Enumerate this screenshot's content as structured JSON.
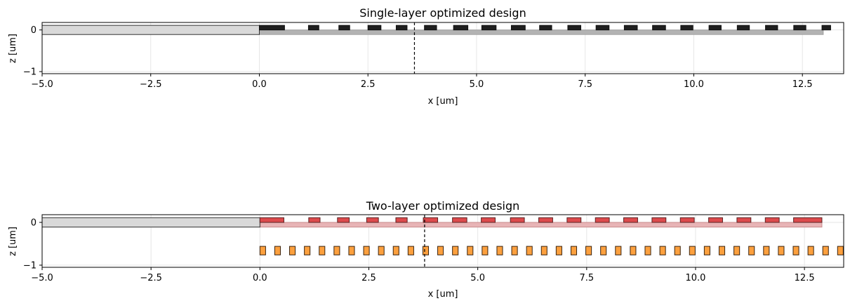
{
  "chart_data": [
    {
      "type": "rectangles",
      "title": "Single-layer optimized design",
      "xlabel": "x [um]",
      "ylabel": "z [um]",
      "xlim": [
        -5.0,
        13.45
      ],
      "ylim": [
        -1.05,
        0.18
      ],
      "xticks": [
        -5.0,
        -2.5,
        0.0,
        2.5,
        5.0,
        7.5,
        10.0,
        12.5
      ],
      "xtick_labels": [
        "−5.0",
        "−2.5",
        "0.0",
        "2.5",
        "5.0",
        "7.5",
        "10.0",
        "12.5"
      ],
      "yticks": [
        0,
        -1
      ],
      "ytick_labels": [
        "0",
        "−1"
      ],
      "grid": true,
      "vline_x": 3.57,
      "waveguide": {
        "x0": -5.0,
        "x1": 0.0,
        "z0": -0.11,
        "z1": 0.11,
        "color": "#d9d9d9"
      },
      "slab": {
        "x0": 0.0,
        "x1": 12.98,
        "z0": -0.11,
        "z1": 0.0,
        "color": "#b3b3b3"
      },
      "teeth": {
        "color": "#1f1f1f",
        "z0": 0.0,
        "z1": 0.11,
        "x0": [
          0.0,
          1.13,
          1.83,
          2.5,
          3.15,
          3.8,
          4.47,
          5.12,
          5.8,
          6.45,
          7.1,
          7.75,
          8.4,
          9.05,
          9.7,
          10.35,
          11.0,
          11.65,
          12.3,
          12.95
        ],
        "x1": [
          0.58,
          1.37,
          2.08,
          2.8,
          3.4,
          4.08,
          4.8,
          5.45,
          6.12,
          6.73,
          7.4,
          8.05,
          8.7,
          9.35,
          9.98,
          10.63,
          11.28,
          11.93,
          12.58,
          13.15
        ]
      }
    },
    {
      "type": "rectangles",
      "title": "Two-layer optimized design",
      "xlabel": "x [um]",
      "ylabel": "z [um]",
      "xlim": [
        -5.0,
        13.4
      ],
      "ylim": [
        -1.05,
        0.18
      ],
      "xticks": [
        -5.0,
        -2.5,
        0.0,
        2.5,
        5.0,
        7.5,
        10.0,
        12.5
      ],
      "xtick_labels": [
        "−5.0",
        "−2.5",
        "0.0",
        "2.5",
        "5.0",
        "7.5",
        "10.0",
        "12.5"
      ],
      "yticks": [
        0,
        -1
      ],
      "ytick_labels": [
        "0",
        "−1"
      ],
      "grid": true,
      "vline_x": 3.78,
      "waveguide": {
        "x0": -5.0,
        "x1": 0.0,
        "z0": -0.11,
        "z1": 0.11,
        "color": "#d9d9d9"
      },
      "slab": {
        "x0": 0.0,
        "x1": 12.9,
        "z0": -0.11,
        "z1": 0.0,
        "color": "#e8b4b6"
      },
      "teeth": {
        "color": "#dc4a4c",
        "z0": 0.0,
        "z1": 0.11,
        "x0": [
          0.0,
          1.12,
          1.78,
          2.45,
          3.12,
          3.75,
          4.42,
          5.08,
          5.75,
          6.4,
          7.05,
          7.7,
          8.35,
          9.0,
          9.65,
          10.3,
          10.95,
          11.6,
          12.25
        ],
        "x1": [
          0.55,
          1.38,
          2.05,
          2.72,
          3.38,
          4.08,
          4.75,
          5.4,
          6.07,
          6.72,
          7.37,
          8.02,
          8.67,
          9.32,
          9.97,
          10.62,
          11.27,
          11.92,
          12.9
        ]
      },
      "pillars": {
        "color": "#fca03e",
        "z0": -0.76,
        "z1": -0.56,
        "x0": [
          0.0,
          0.34,
          0.68,
          1.02,
          1.36,
          1.7,
          2.04,
          2.38,
          2.72,
          3.06,
          3.4,
          3.74,
          4.08,
          4.42,
          4.76,
          5.1,
          5.44,
          5.78,
          6.12,
          6.46,
          6.8,
          7.14,
          7.48,
          7.82,
          8.16,
          8.5,
          8.84,
          9.18,
          9.52,
          9.86,
          10.2,
          10.54,
          10.88,
          11.22,
          11.56,
          11.9,
          12.24,
          12.58,
          12.92,
          13.26
        ],
        "width": 0.13
      }
    }
  ]
}
